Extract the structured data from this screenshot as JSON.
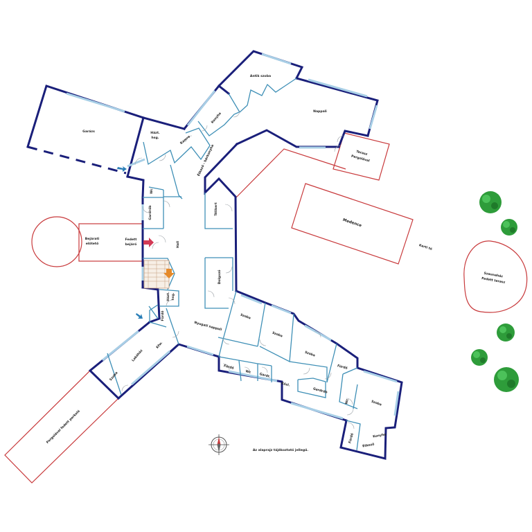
{
  "plan": {
    "labels": {
      "garazs": "Garázs",
      "haztartasi_hsg": [
        "Házt.",
        "hsg."
      ],
      "kamra": "Kamra",
      "konyha": "Konyha",
      "etkezo": "Étkező - bárkonyha",
      "antik_szoba": "Antik szoba",
      "nappali": "Nappali",
      "terasz": [
        "Terasz",
        "Pergolával"
      ],
      "wc_left": "Wc",
      "gardrob_left": "Gardrób",
      "belarati": [
        "Bejárati",
        "előtető"
      ],
      "fedett_bejaro": [
        "Fedett",
        "bejáró"
      ],
      "hall": "Hall",
      "telikert": "Télikert",
      "medence": "Medence",
      "kerti_to": "Kerti tó",
      "szaunahaz": [
        "Szaunaház",
        "Fedett terasz"
      ],
      "dolgozo": "Dolgozó",
      "hazt_hsg2": [
        "Házt.",
        "hsg."
      ],
      "furdo_left": "Fürdő",
      "szoba_1": "Szoba",
      "szoba_2": "Szoba",
      "szoba_3": "Szoba",
      "szoba_4": "Szoba",
      "szoba_5": "Szoba",
      "nyugati_nappali": "Nyugati nappali",
      "halo": "Kfw.",
      "lakohaz": "Lakóház",
      "furdo_1": "Fürdő",
      "wc_1": "Wc",
      "gardrob_1": "Gardr.",
      "kozl": "Közl.",
      "gardrob_2": "Gardrób",
      "furdo_2": "Fürdő",
      "wc_2": "Wc",
      "furdo_3": "Fürdő",
      "konyha_2": "Konyha",
      "etkezo_2": "Étkező",
      "pergolas": "Pergolával fedett parkoló",
      "note": "Az alaprajz tájékoztató jellegű."
    },
    "colors": {
      "wall": "#1a1f7a",
      "window": "#a8cfe6",
      "partition": "#3e8fb6",
      "external": "#c8393b",
      "arrow_blue": "#2b7fb8",
      "arrow_red": "#d23a55",
      "arrow_orange": "#e58a2a",
      "tree": "#2e9c3a"
    },
    "icons": [
      "compass-icon",
      "tree-icon",
      "entrance-arrow-icon",
      "stair-arrow-icon"
    ]
  }
}
